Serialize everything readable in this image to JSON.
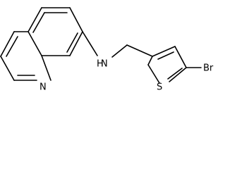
{
  "molecule": {
    "atoms": {
      "quinoline_n": "N",
      "amine_n": "N",
      "amine_h": "H",
      "thiophene_s": "S",
      "bromine": "Br"
    }
  }
}
